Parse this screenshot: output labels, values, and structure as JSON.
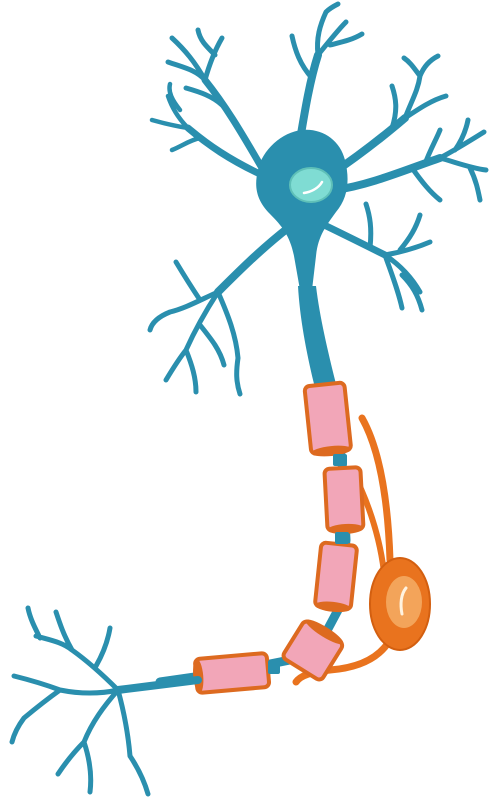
{
  "diagram": {
    "subject": "neuron",
    "labels": [],
    "colors": {
      "neuron_body": "#2a8fae",
      "nucleus": "#7fdcd3",
      "nucleus_outline": "#5fc0b8",
      "myelin_sheath": "#f2a6b8",
      "myelin_outline": "#dd6a20",
      "schwann_cell": "#e9731e",
      "schwann_nucleus": "#f3a45a",
      "background": "#ffffff"
    },
    "parts": [
      "cell-body",
      "nucleus",
      "dendrites",
      "axon",
      "myelin-sheath-segments",
      "nodes-of-ranvier",
      "schwann-cell",
      "schwann-cell-nucleus",
      "axon-terminals"
    ]
  }
}
